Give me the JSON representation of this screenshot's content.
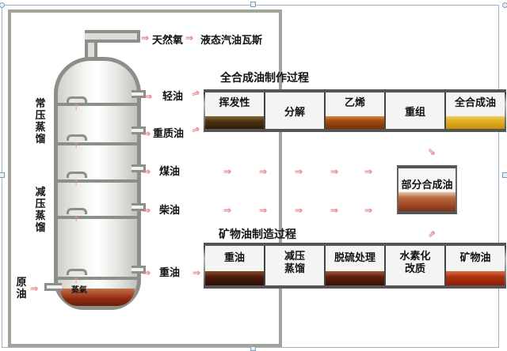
{
  "column": {
    "top_output": "天然氧",
    "top_output_next": "液态汽油瓦斯",
    "outputs": [
      "轻油",
      "重质油",
      "煤油",
      "柴油",
      "重油"
    ],
    "section_labels": [
      "常压蒸馏",
      "减压蒸馏"
    ],
    "feed_label": "原油",
    "steam_label": "蒸氣"
  },
  "synthetic_process": {
    "title": "全合成油制作过程",
    "steps": [
      "挥发性",
      "分解",
      "乙烯",
      "重组",
      "全合成油"
    ],
    "liquid_colors": [
      "#4a3212",
      "",
      "#a04a10",
      "",
      "#e0b020"
    ]
  },
  "partial_synthetic": {
    "label": "部分合成油",
    "liquid_color": "#a8502a"
  },
  "mineral_process": {
    "title": "矿物油制造过程",
    "steps": [
      "重油",
      "减压蒸馏",
      "脱硫处理",
      "水素化改质",
      "矿物油"
    ],
    "step_lines": [
      [
        "重油"
      ],
      [
        "减压",
        "蒸馏"
      ],
      [
        "脱硫处理"
      ],
      [
        "水素化",
        "改质"
      ],
      [
        "矿物油"
      ]
    ],
    "liquid_colors": [
      "#4a1c0c",
      "",
      "#5c200c",
      "",
      "#b0300e"
    ]
  },
  "arrow_glyph": "⇒"
}
